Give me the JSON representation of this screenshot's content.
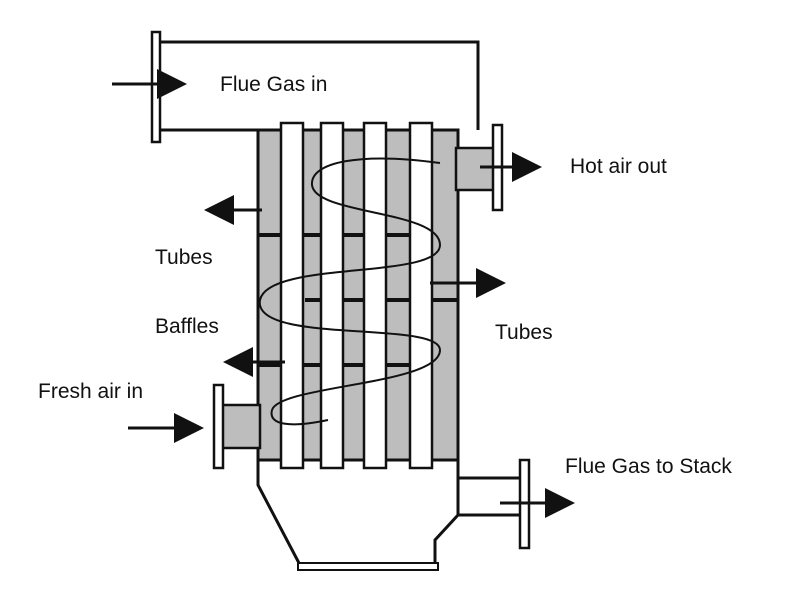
{
  "labels": {
    "flue_gas_in": "Flue Gas in",
    "hot_air_out": "Hot air out",
    "tubes_left": "Tubes",
    "baffles": "Baffles",
    "tubes_right": "Tubes",
    "fresh_air_in": "Fresh air in",
    "flue_gas_to_stack": "Flue Gas to Stack"
  },
  "colors": {
    "shell_fill": "#bdbdbd",
    "stroke": "#111111",
    "tube_fill": "#ffffff",
    "background": "#ffffff"
  }
}
